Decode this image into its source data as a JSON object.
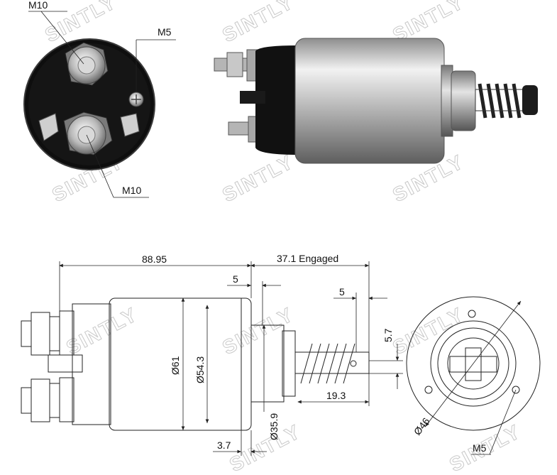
{
  "photo_labels": {
    "top_terminal": "M10",
    "side_terminal": "M5",
    "bottom_terminal": "M10"
  },
  "watermark": "SINTLY",
  "dimensions": {
    "overall_length": "88.95",
    "engaged_travel": "37.1 Engaged",
    "flange_gap": "5",
    "tip_width": "5",
    "body_diameter": "Ø61",
    "inner_diameter": "Ø54.3",
    "nose_diameter": "Ø35.9",
    "flange_thickness": "3.7",
    "plunger_length": "19.3",
    "tip_height": "5.7",
    "mount_diameter": "Ø46",
    "mount_screw": "M5"
  },
  "colors": {
    "line": "#222222",
    "watermark": "#c9c9c9",
    "housing_light": "#e8e8e8",
    "housing_dark": "#6b6b6b",
    "cap_black": "#111111"
  }
}
